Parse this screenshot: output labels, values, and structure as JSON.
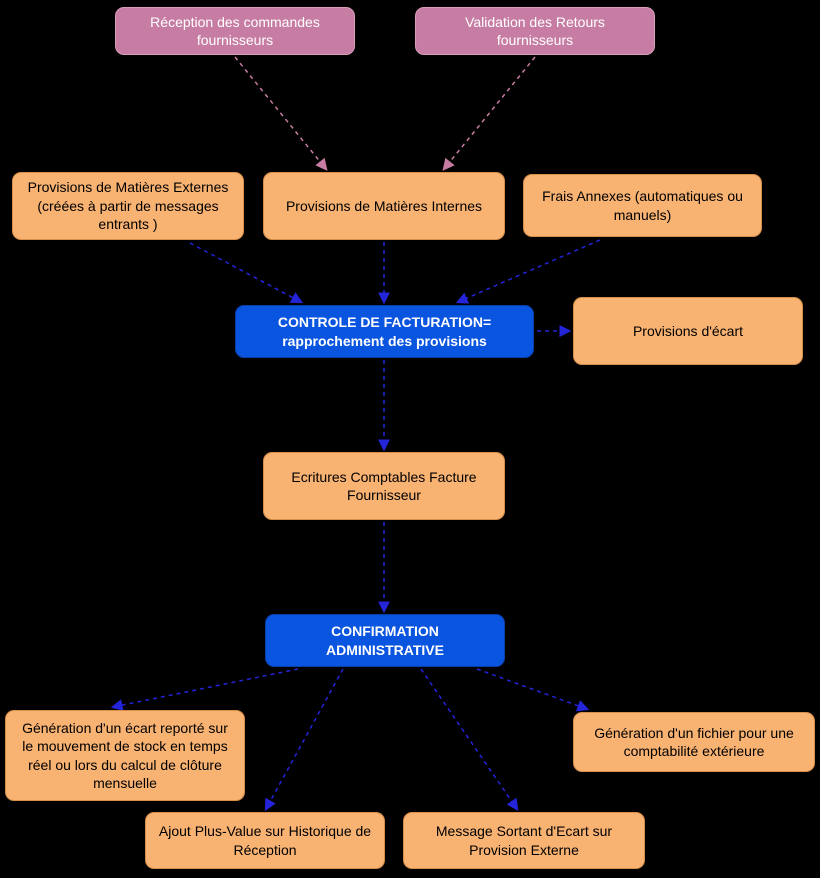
{
  "diagram": {
    "background": "#000000",
    "colors": {
      "pink_node_fill": "#c77da3",
      "orange_node_fill": "#f8b272",
      "blue_node_fill": "#0a55e0",
      "pink_arrow": "#c77da3",
      "blue_arrow": "#2424d8",
      "orange_node_text": "#000000",
      "pink_node_text": "#ffffff",
      "blue_node_text": "#ffffff"
    },
    "nodes": {
      "reception": {
        "label": "Réception des commandes fournisseurs"
      },
      "validation": {
        "label": "Validation des Retours fournisseurs"
      },
      "prov_externes": {
        "label": "Provisions de Matières Externes (créées à partir de messages entrants )"
      },
      "prov_internes": {
        "label": "Provisions de Matières Internes"
      },
      "frais_annexes": {
        "label": "Frais Annexes (automatiques ou manuels)"
      },
      "controle": {
        "label_line1": "CONTROLE DE FACTURATION=",
        "label_line2": "rapprochement des provisions"
      },
      "prov_ecart": {
        "label": "Provisions d'écart"
      },
      "ecritures": {
        "label": "Ecritures Comptables Facture Fournisseur"
      },
      "confirmation": {
        "label_line1": "CONFIRMATION",
        "label_line2": "ADMINISTRATIVE"
      },
      "ecart_stock": {
        "label": "Génération d'un écart reporté sur le mouvement de stock en temps réel ou lors du calcul de clôture mensuelle"
      },
      "fichier_compta": {
        "label": "Génération d'un fichier pour une comptabilité extérieure"
      },
      "plus_value": {
        "label": "Ajout Plus-Value sur Historique de Réception"
      },
      "message_sortant": {
        "label": "Message Sortant d'Ecart sur Provision Externe"
      }
    },
    "edges": [
      {
        "from": "reception",
        "to": "prov_internes",
        "style": "dashed",
        "color": "pink"
      },
      {
        "from": "validation",
        "to": "prov_internes",
        "style": "dashed",
        "color": "pink"
      },
      {
        "from": "prov_externes",
        "to": "controle",
        "style": "dashed",
        "color": "blue"
      },
      {
        "from": "prov_internes",
        "to": "controle",
        "style": "dashed",
        "color": "blue"
      },
      {
        "from": "frais_annexes",
        "to": "controle",
        "style": "dashed",
        "color": "blue"
      },
      {
        "from": "controle",
        "to": "prov_ecart",
        "style": "dashed",
        "color": "blue"
      },
      {
        "from": "controle",
        "to": "ecritures",
        "style": "dashed",
        "color": "blue"
      },
      {
        "from": "ecritures",
        "to": "confirmation",
        "style": "dashed",
        "color": "blue"
      },
      {
        "from": "confirmation",
        "to": "ecart_stock",
        "style": "dashed",
        "color": "blue"
      },
      {
        "from": "confirmation",
        "to": "plus_value",
        "style": "dashed",
        "color": "blue"
      },
      {
        "from": "confirmation",
        "to": "message_sortant",
        "style": "dashed",
        "color": "blue"
      },
      {
        "from": "confirmation",
        "to": "fichier_compta",
        "style": "dashed",
        "color": "blue"
      }
    ]
  }
}
